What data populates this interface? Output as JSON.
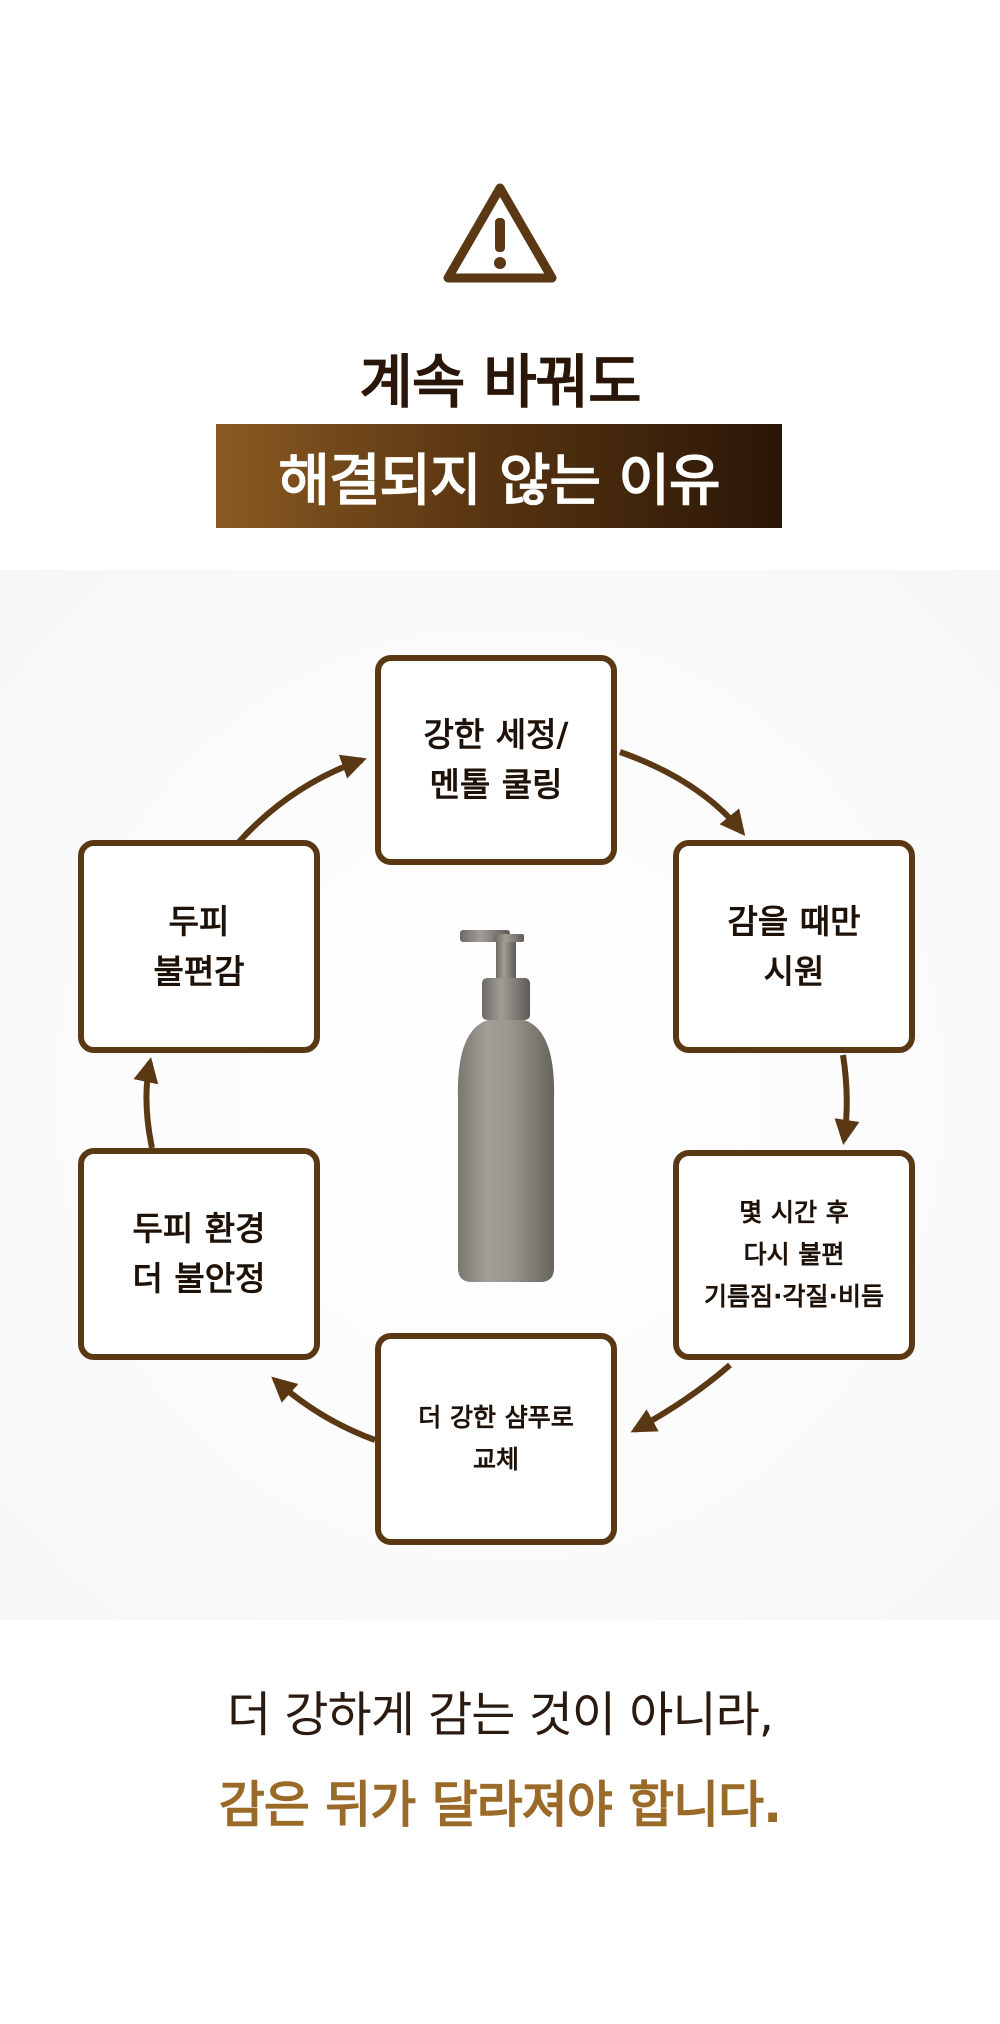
{
  "header": {
    "icon": "warning-triangle-icon",
    "title_line1": "계속 바꿔도",
    "title_line2": "해결되지 않는 이유"
  },
  "cycle": {
    "center_image": "shampoo-bottle",
    "nodes": [
      {
        "id": "strong-wash",
        "line1": "강한 세정/",
        "line2": "멘톨 쿨링"
      },
      {
        "id": "refresh",
        "line1": "감을 때만",
        "line2": "시원"
      },
      {
        "id": "discomfort",
        "line1": "몇 시간 후",
        "line2": "다시 불편",
        "line3": "기름짐·각질·비듬"
      },
      {
        "id": "stronger-shampoo",
        "line1": "더 강한 샴푸로",
        "line2": "교체"
      },
      {
        "id": "scalp-unstable",
        "line1": "두피 환경",
        "line2": "더 불안정"
      },
      {
        "id": "scalp-discomfort",
        "line1": "두피",
        "line2": "불편감"
      }
    ]
  },
  "footer": {
    "line1": "더 강하게 감는 것이 아니라,",
    "line2": "감은 뒤가 달라져야 합니다."
  },
  "colors": {
    "brown_dark": "#5a3814",
    "gold": "#9a6a28",
    "text_dark": "#2a1608"
  }
}
